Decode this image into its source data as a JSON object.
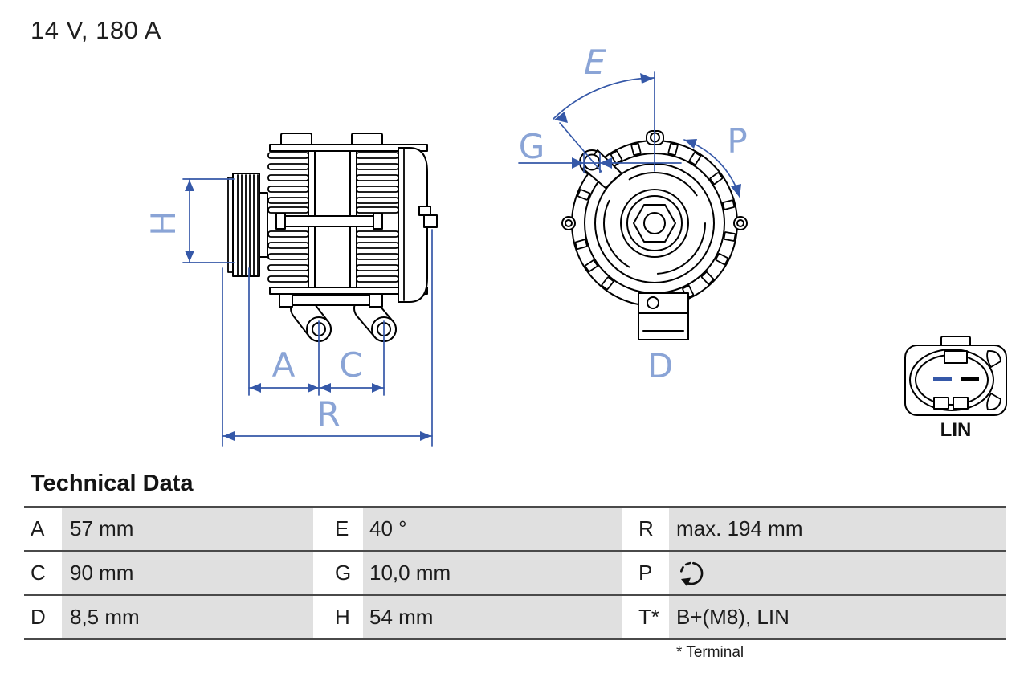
{
  "title": "14 V, 180 A",
  "diagram": {
    "side_view": {
      "name": "alternator side view",
      "dim_labels": {
        "h": "H",
        "a": "A",
        "c": "C",
        "r": "R"
      }
    },
    "front_view": {
      "name": "alternator front view",
      "dim_labels": {
        "e": "E",
        "g": "G",
        "p": "P",
        "d": "D"
      }
    },
    "connector": {
      "label": "LIN"
    },
    "colors": {
      "dimension_blue": "#3558a8",
      "label_blue": "#8aa4d6",
      "line_black": "#000000"
    }
  },
  "tech_table": {
    "heading": "Technical Data",
    "rows": [
      {
        "c1_key": "A",
        "c1_val": "57 mm",
        "c2_key": "E",
        "c2_val": "40 °",
        "c3_key": "R",
        "c3_val": "max. 194 mm"
      },
      {
        "c1_key": "C",
        "c1_val": "90 mm",
        "c2_key": "G",
        "c2_val": "10,0 mm",
        "c3_key": "P",
        "c3_val": "",
        "c3_icon": "clockwise-rotation-icon"
      },
      {
        "c1_key": "D",
        "c1_val": "8,5 mm",
        "c2_key": "H",
        "c2_val": "54 mm",
        "c3_key": "T*",
        "c3_val": "B+(M8), LIN"
      }
    ],
    "footnote": "* Terminal",
    "cell_gray": "#e0e0e0"
  }
}
